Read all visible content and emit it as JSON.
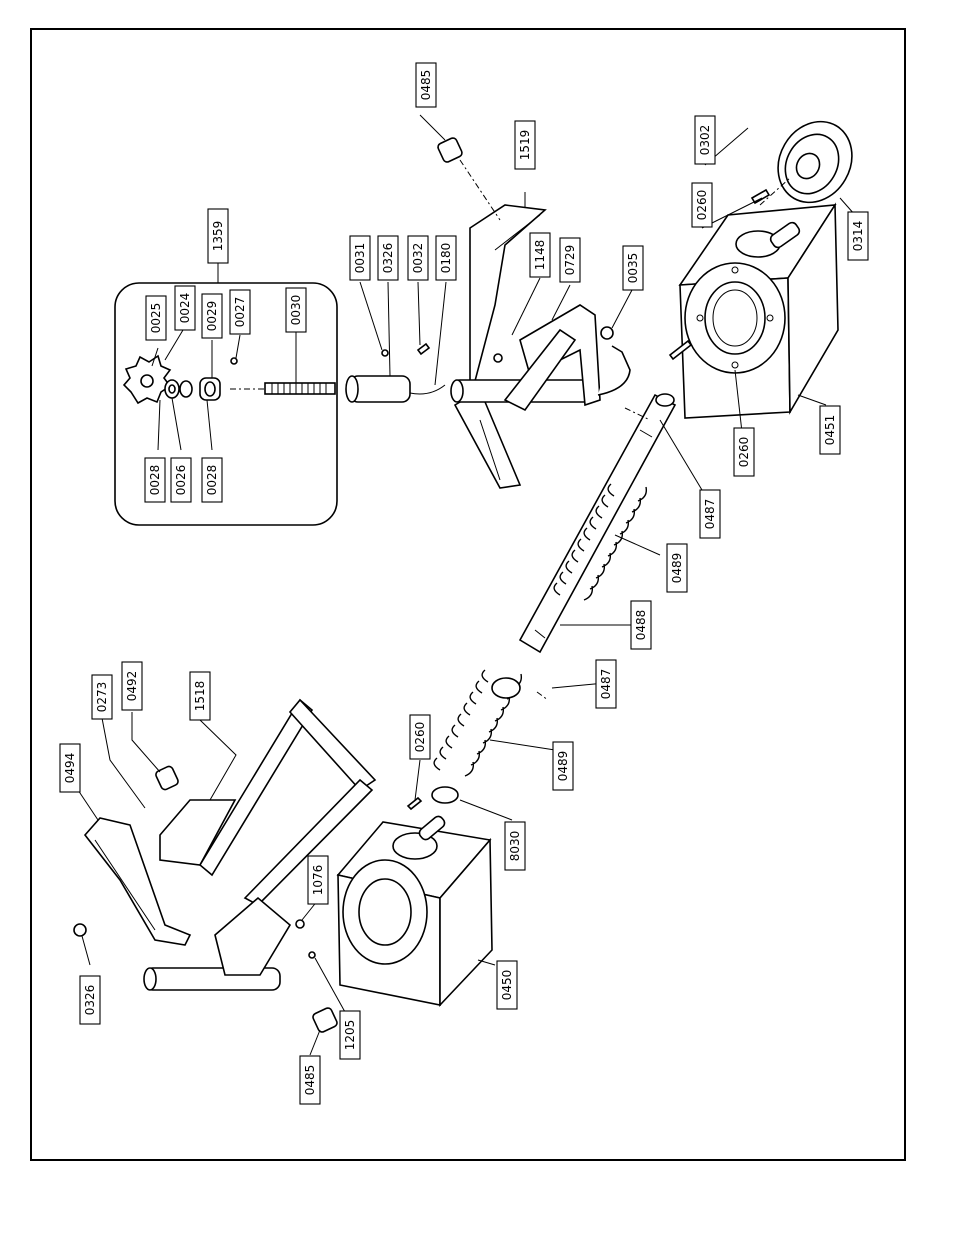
{
  "parts": {
    "p1359": "1359",
    "p0025": "0025",
    "p0024": "0024",
    "p0029": "0029",
    "p0027": "0027",
    "p0030": "0030",
    "p0028a": "0028",
    "p0026": "0026",
    "p0028b": "0028",
    "p0031": "0031",
    "p0326a": "0326",
    "p0032": "0032",
    "p0180": "0180",
    "p0485a": "0485",
    "p1519": "1519",
    "p1148": "1148",
    "p0729": "0729",
    "p0035": "0035",
    "p0302": "0302",
    "p0260a": "0260",
    "p0314": "0314",
    "p0260b": "0260",
    "p0451": "0451",
    "p0487a": "0487",
    "p0489a": "0489",
    "p0488": "0488",
    "p0487b": "0487",
    "p0489b": "0489",
    "p8030": "8030",
    "p0260c": "0260",
    "p0492": "0492",
    "p0273": "0273",
    "p1518": "1518",
    "p0494": "0494",
    "p0326b": "0326",
    "p1076": "1076",
    "p1205": "1205",
    "p0485b": "0485",
    "p0450": "0450"
  }
}
